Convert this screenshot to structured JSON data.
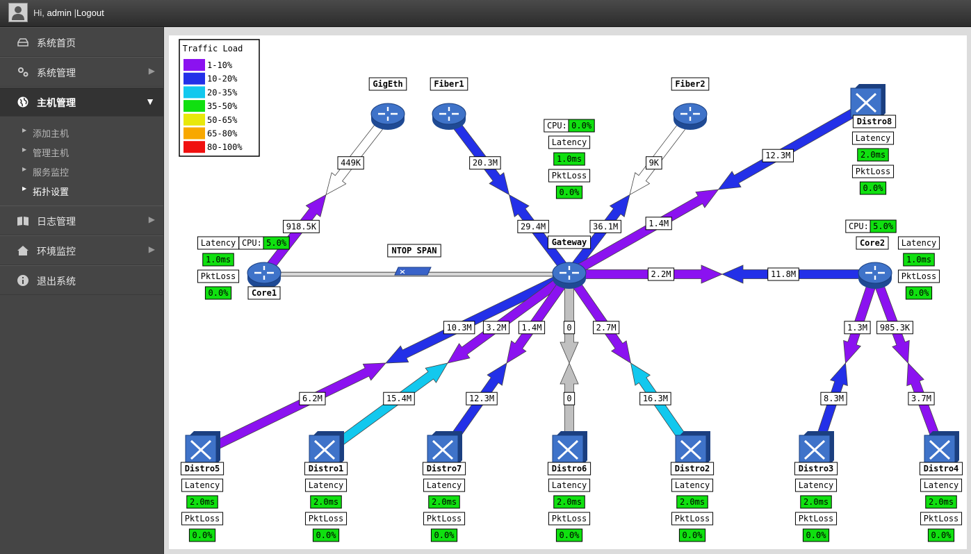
{
  "header": {
    "greeting": "Hi,",
    "username": "admin",
    "separator": "|",
    "logout_label": "Logout"
  },
  "sidebar": {
    "items": [
      {
        "label": "系统首页",
        "icon": "drive-icon",
        "has_arrow": false
      },
      {
        "label": "系统管理",
        "icon": "gears-icon",
        "has_arrow": true
      },
      {
        "label": "主机管理",
        "icon": "globe-icon",
        "has_arrow": true,
        "active": true,
        "children": [
          {
            "label": "添加主机"
          },
          {
            "label": "管理主机"
          },
          {
            "label": "服务监控"
          },
          {
            "label": "拓扑设置",
            "current": true
          }
        ]
      },
      {
        "label": "日志管理",
        "icon": "book-icon",
        "has_arrow": true
      },
      {
        "label": "环境监控",
        "icon": "house-icon",
        "has_arrow": true
      },
      {
        "label": "退出系统",
        "icon": "info-icon",
        "has_arrow": false
      }
    ]
  },
  "legend": {
    "title": "Traffic Load",
    "items": [
      {
        "label": "1-10%",
        "color": "#8b12f0"
      },
      {
        "label": "10-20%",
        "color": "#2330e8"
      },
      {
        "label": "20-35%",
        "color": "#12c8ee"
      },
      {
        "label": "35-50%",
        "color": "#10e010"
      },
      {
        "label": "50-65%",
        "color": "#e8e80a"
      },
      {
        "label": "65-80%",
        "color": "#f8a800"
      },
      {
        "label": "80-100%",
        "color": "#f01010"
      }
    ]
  },
  "colors": {
    "purple": "#8b12f0",
    "blue": "#2330e8",
    "cyan": "#12c8ee",
    "green": "#10e010",
    "none": "#ffffff",
    "grey": "#c0c0c0"
  },
  "stat_labels": {
    "latency": "Latency",
    "pktloss": "PktLoss",
    "cpu": "CPU:"
  },
  "nodes": {
    "gigeth": {
      "name": "GigEth",
      "type": "router"
    },
    "fiber1": {
      "name": "Fiber1",
      "type": "router"
    },
    "fiber2": {
      "name": "Fiber2",
      "type": "router"
    },
    "distro8": {
      "name": "Distro8",
      "type": "switch",
      "latency": "2.0ms",
      "pktloss": "0.0%"
    },
    "gateway": {
      "name": "Gateway",
      "type": "router",
      "cpu": "0.0%",
      "latency": "1.0ms",
      "pktloss": "0.0%"
    },
    "core1": {
      "name": "Core1",
      "type": "router",
      "cpu": "5.0%",
      "latency": "1.0ms",
      "pktloss": "0.0%"
    },
    "core2": {
      "name": "Core2",
      "type": "router",
      "cpu": "5.0%",
      "latency": "1.0ms",
      "pktloss": "0.0%"
    },
    "ntop": {
      "name": "NTOP SPAN"
    },
    "distro5": {
      "name": "Distro5",
      "type": "switch",
      "latency": "2.0ms",
      "pktloss": "0.0%"
    },
    "distro1": {
      "name": "Distro1",
      "type": "switch",
      "latency": "2.0ms",
      "pktloss": "0.0%"
    },
    "distro7": {
      "name": "Distro7",
      "type": "switch",
      "latency": "2.0ms",
      "pktloss": "0.0%"
    },
    "distro6": {
      "name": "Distro6",
      "type": "switch",
      "latency": "2.0ms",
      "pktloss": "0.0%"
    },
    "distro2": {
      "name": "Distro2",
      "type": "switch",
      "latency": "2.0ms",
      "pktloss": "0.0%"
    },
    "distro3": {
      "name": "Distro3",
      "type": "switch",
      "latency": "2.0ms",
      "pktloss": "0.0%"
    },
    "distro4": {
      "name": "Distro4",
      "type": "switch",
      "latency": "2.0ms",
      "pktloss": "0.0%"
    }
  },
  "links": [
    {
      "a": "gigeth",
      "b": "core1",
      "a_label": "449K",
      "a_color": "none",
      "b_label": "918.5K",
      "b_color": "purple"
    },
    {
      "a": "fiber1",
      "b": "gateway",
      "a_label": "20.3M",
      "a_color": "blue",
      "b_label": "29.4M",
      "b_color": "blue"
    },
    {
      "a": "fiber2",
      "b": "gateway",
      "a_label": "9K",
      "a_color": "none",
      "b_label": "36.1M",
      "b_color": "blue"
    },
    {
      "a": "distro8",
      "b": "gateway",
      "a_label": "12.3M",
      "a_color": "blue",
      "b_label": "1.4M",
      "b_color": "purple"
    },
    {
      "a": "gateway",
      "b": "core2",
      "a_label": "2.2M",
      "a_color": "purple",
      "b_label": "11.8M",
      "b_color": "blue"
    },
    {
      "a": "gateway",
      "b": "distro5",
      "a_label": "10.3M",
      "a_color": "blue",
      "b_label": "6.2M",
      "b_color": "purple"
    },
    {
      "a": "gateway",
      "b": "distro1",
      "a_label": "3.2M",
      "a_color": "purple",
      "b_label": "15.4M",
      "b_color": "cyan"
    },
    {
      "a": "gateway",
      "b": "distro7",
      "a_label": "1.4M",
      "a_color": "purple",
      "b_label": "12.3M",
      "b_color": "blue"
    },
    {
      "a": "gateway",
      "b": "distro6",
      "a_label": "0",
      "a_color": "grey",
      "b_label": "0",
      "b_color": "grey"
    },
    {
      "a": "gateway",
      "b": "distro2",
      "a_label": "2.7M",
      "a_color": "purple",
      "b_label": "16.3M",
      "b_color": "cyan"
    },
    {
      "a": "core2",
      "b": "distro3",
      "a_label": "1.3M",
      "a_color": "purple",
      "b_label": "8.3M",
      "b_color": "blue"
    },
    {
      "a": "core2",
      "b": "distro4",
      "a_label": "985.3K",
      "a_color": "purple",
      "b_label": "3.7M",
      "b_color": "purple"
    }
  ]
}
